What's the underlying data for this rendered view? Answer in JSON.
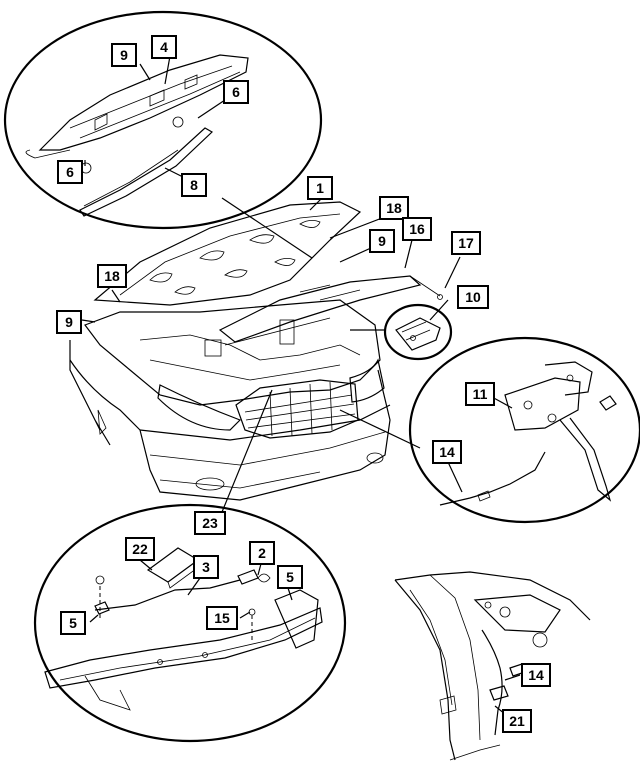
{
  "callouts": [
    {
      "id": "c-9-inset",
      "label": "9"
    },
    {
      "id": "c-4",
      "label": "4"
    },
    {
      "id": "c-6-right",
      "label": "6"
    },
    {
      "id": "c-6-left",
      "label": "6"
    },
    {
      "id": "c-8",
      "label": "8"
    },
    {
      "id": "c-1",
      "label": "1"
    },
    {
      "id": "c-18-top",
      "label": "18"
    },
    {
      "id": "c-9-hood",
      "label": "9"
    },
    {
      "id": "c-16",
      "label": "16"
    },
    {
      "id": "c-17",
      "label": "17"
    },
    {
      "id": "c-18-left",
      "label": "18"
    },
    {
      "id": "c-9-left",
      "label": "9"
    },
    {
      "id": "c-10",
      "label": "10"
    },
    {
      "id": "c-11",
      "label": "11"
    },
    {
      "id": "c-14-latch",
      "label": "14"
    },
    {
      "id": "c-23",
      "label": "23"
    },
    {
      "id": "c-22",
      "label": "22"
    },
    {
      "id": "c-2",
      "label": "2"
    },
    {
      "id": "c-3",
      "label": "3"
    },
    {
      "id": "c-5-right",
      "label": "5"
    },
    {
      "id": "c-15",
      "label": "15"
    },
    {
      "id": "c-5-left",
      "label": "5"
    },
    {
      "id": "c-14-pillar",
      "label": "14"
    },
    {
      "id": "c-21",
      "label": "21"
    }
  ]
}
